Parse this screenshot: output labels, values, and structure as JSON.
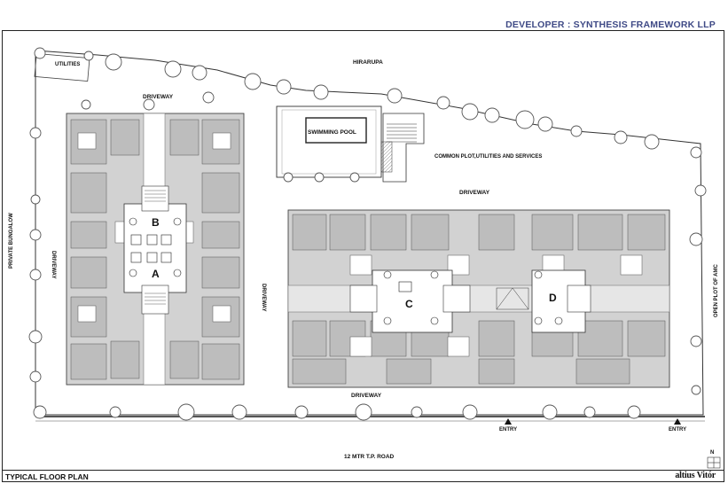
{
  "header": {
    "developer": "DEVELOPER : SYNTHESIS FRAMEWORK LLP"
  },
  "footer": {
    "title": "TYPICAL FLOOR PLAN",
    "brand": "altius Vitór"
  },
  "labels": {
    "hirarupa": "HIRARUPA",
    "driveway_top": "DRIVEWAY",
    "driveway_mid": "DRIVEWAY",
    "driveway_bottom": "DRIVEWAY",
    "driveway_left": "DRIVEWAY",
    "driveway_center": "DRIVEWAY",
    "swimming_pool": "SWIMMING POOL",
    "common_plot": "COMMON PLOT,UTILITIES AND SERVICES",
    "private_bungalow": "PRIVATE BUNGALOW",
    "open_plot": "OPEN PLOT OF AMC",
    "road": "12 MTR T.P. ROAD",
    "entry_1": "ENTRY",
    "entry_2": "ENTRY",
    "utilities_box": "UTILITIES",
    "north": "N"
  },
  "towers": {
    "a": "A",
    "b": "B",
    "c": "C",
    "d": "D"
  },
  "colors": {
    "header_text": "#3f4a86",
    "unit_fill": "#d2d2d2",
    "unit_dark": "#a8a8a8",
    "line": "#333333",
    "tree": "#555555"
  }
}
